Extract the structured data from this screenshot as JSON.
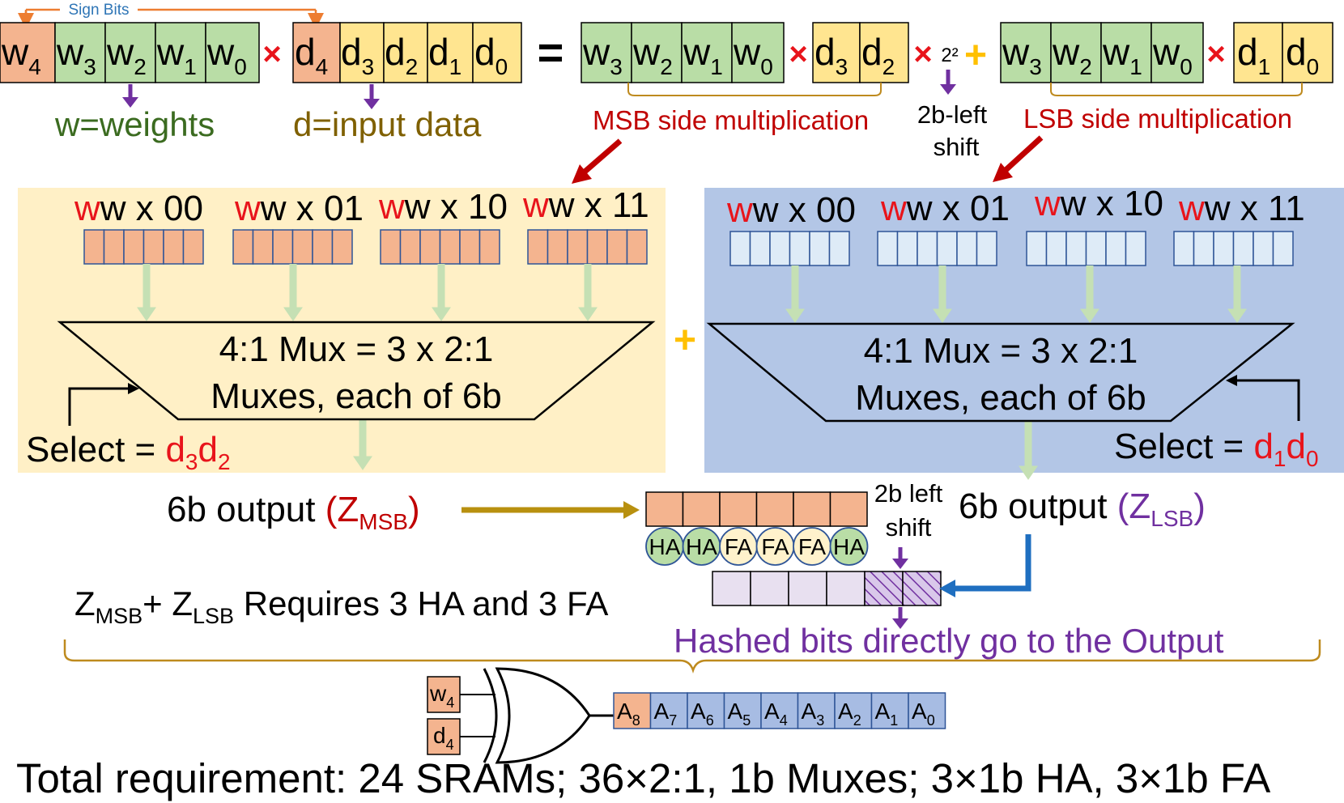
{
  "colors": {
    "sign_fill": "#F4B48F",
    "weight_fill": "#B9DDA6",
    "data_fill": "#FFE590",
    "msb_panel": "#FFF0C6",
    "lsb_panel": "#B3C6E6",
    "red": "#E8141B",
    "dark_red": "#C00000",
    "purple": "#7030A0",
    "orange_plus": "#FFC000",
    "bracket": "#BE8A1E",
    "weights_text": "#3B6B20",
    "data_text": "#7F6000",
    "gold_arrow": "#B8900F",
    "blue_arrow": "#1F6FC0",
    "light_green_arrow": "#C5E0B4",
    "lsb_cell": "#DEEBF7",
    "out_cell": "#E8E0F0",
    "a_cell": "#A7BCE3"
  },
  "top_equation": {
    "sign_bits_label": "Sign Bits",
    "w_weights_label": "w=weights",
    "d_input_label": "d=input data",
    "msb_label": "MSB side multiplication",
    "lsb_label": "LSB side multiplication",
    "shift_factor": "2²",
    "shift_label_line1": "2b-left",
    "shift_label_line2": "shift"
  },
  "msb_panel": {
    "cases": [
      "w x 00",
      "w x 01",
      "w x 10",
      "w x 11"
    ],
    "mux_line1": "4:1 Mux = 3 x 2:1",
    "mux_line2": "Muxes, each of 6b",
    "select_text": "Select = "
  },
  "lsb_panel": {
    "cases": [
      "w x 00",
      "w x 01",
      "w x 10",
      "w x 11"
    ],
    "mux_line1": "4:1 Mux = 3 x 2:1",
    "mux_line2": "Muxes, each of 6b",
    "select_text": "Select = "
  },
  "adder": {
    "msb_output": "6b output",
    "lsb_output": "6b output",
    "cells": [
      "HA",
      "HA",
      "FA",
      "FA",
      "FA",
      "HA"
    ],
    "shift_line1": "2b left",
    "shift_line2": "shift",
    "requirement": " Requires 3 HA and 3 FA",
    "hashed_note": "Hashed bits directly go to the Output"
  },
  "result": {
    "inputs": [
      "w4",
      "d4"
    ],
    "bits": [
      "A8",
      "A7",
      "A6",
      "A5",
      "A4",
      "A3",
      "A2",
      "A1",
      "A0"
    ]
  },
  "total_requirement": "Total requirement: 24 SRAMs; 36×2:1, 1b Muxes; 3×1b HA, 3×1b FA"
}
